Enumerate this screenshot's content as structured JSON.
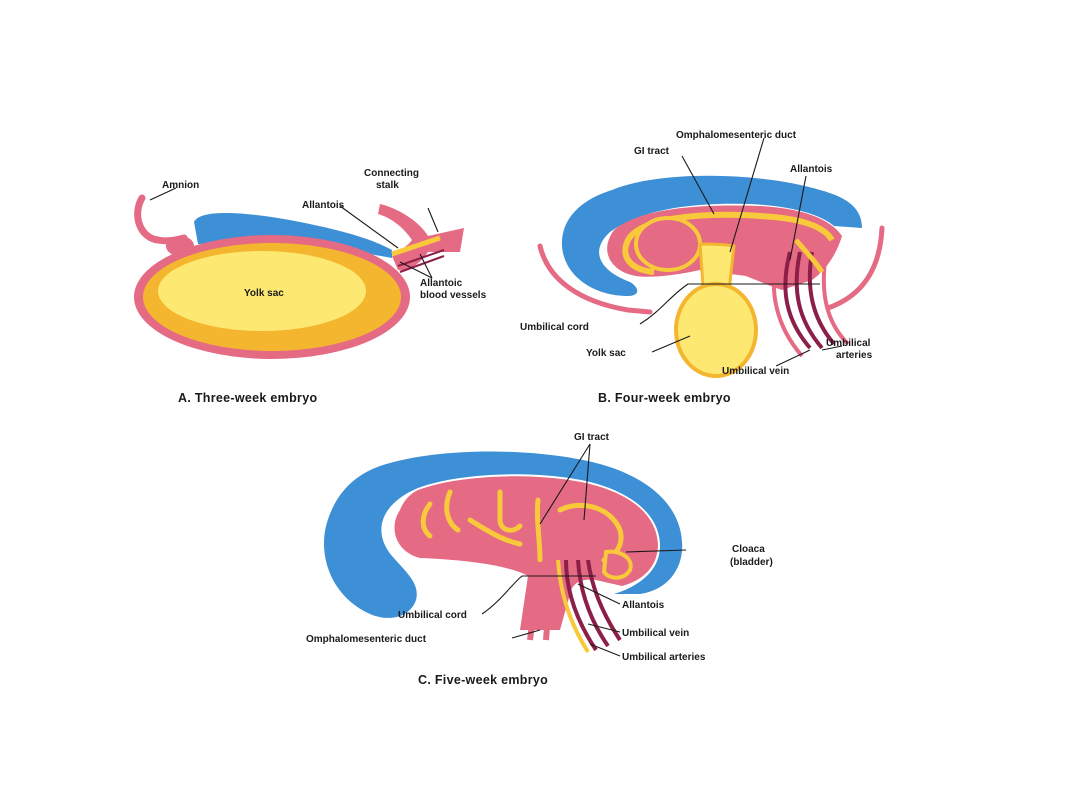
{
  "colors": {
    "ectoderm_blue": "#3d8fd6",
    "mesoderm_pink": "#e56a83",
    "endoderm_yellow": "#f8c93a",
    "yolk_light": "#fde872",
    "vessel_purple": "#8c1f4a",
    "label_text": "#1a1a1a"
  },
  "panel_a": {
    "caption": "A. Three-week embryo",
    "labels": {
      "amnion": "Amnion",
      "connecting_stalk_1": "Connecting",
      "connecting_stalk_2": "stalk",
      "allantois": "Allantois",
      "allantoic_vessels_1": "Allantoic",
      "allantoic_vessels_2": "blood vessels",
      "yolk_sac": "Yolk sac"
    }
  },
  "panel_b": {
    "caption": "B. Four-week embryo",
    "labels": {
      "omphalomesenteric_duct": "Omphalomesenteric duct",
      "gi_tract": "GI tract",
      "allantois": "Allantois",
      "umbilical_cord": "Umbilical cord",
      "yolk_sac": "Yolk sac",
      "umbilical_arteries_1": "Umbilical",
      "umbilical_arteries_2": "arteries",
      "umbilical_vein": "Umbilical vein"
    }
  },
  "panel_c": {
    "caption": "C. Five-week embryo",
    "labels": {
      "gi_tract": "GI tract",
      "cloaca_1": "Cloaca",
      "cloaca_2": "(bladder)",
      "umbilical_cord": "Umbilical cord",
      "allantois": "Allantois",
      "omphalomesenteric_duct": "Omphalomesenteric duct",
      "umbilical_vein": "Umbilical vein",
      "umbilical_arteries": "Umbilical arteries"
    }
  }
}
